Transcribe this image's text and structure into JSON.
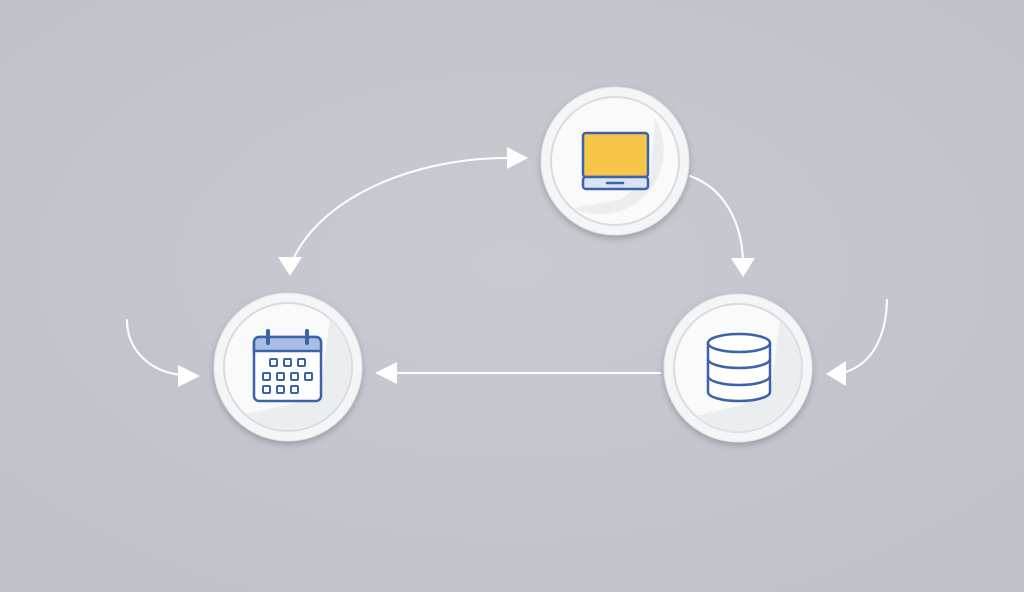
{
  "diagram": {
    "nodes": [
      {
        "id": "device",
        "icon": "laptop-icon"
      },
      {
        "id": "calendar",
        "icon": "calendar-icon"
      },
      {
        "id": "storage",
        "icon": "database-icon"
      }
    ],
    "edges": [
      {
        "from": "device",
        "to": "calendar",
        "bidirectional": true
      },
      {
        "from": "device",
        "to": "storage",
        "bidirectional": false
      },
      {
        "from": "storage",
        "to": "calendar",
        "bidirectional": false
      },
      {
        "from": "external",
        "to": "calendar",
        "bidirectional": false
      },
      {
        "from": "external",
        "to": "storage",
        "bidirectional": false
      }
    ]
  },
  "colors": {
    "background_light": "#c8cbd1",
    "background_dark": "#bec2c8",
    "connector": "#ffffff",
    "node_ring": "#f4f5f6",
    "node_fill": "#fafafa",
    "icon_stroke": "#3b63a8",
    "icon_light": "#dbe3f2",
    "screen_fill": "#f7c548",
    "calendar_header": "#a9bde3"
  }
}
